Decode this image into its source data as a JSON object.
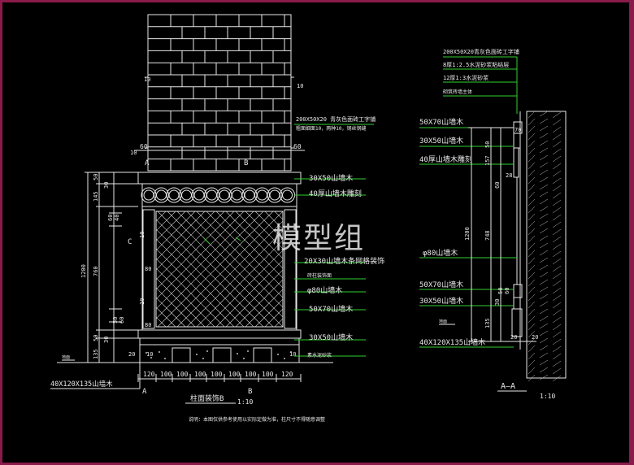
{
  "watermark": "模型组",
  "elevation": {
    "title": "柱面装饰B",
    "scale": "1:10",
    "note": "说明：本图仅供参考使用以实际定做为准，柱尺寸不得随意调整",
    "markers": {
      "A_top": "A",
      "B_top": "B",
      "C_left": "C",
      "A_bottom": "A",
      "B_bottom": "B"
    },
    "dims_top": [
      "60",
      "60",
      "10",
      "10",
      "10"
    ],
    "dims_left": [
      "50",
      "30",
      "145",
      "60",
      "40",
      "760",
      "1200",
      "10",
      "10",
      "50",
      "60",
      "30",
      "50",
      "135",
      "20",
      "80",
      "80"
    ],
    "dims_bottom": [
      "120",
      "100",
      "100",
      "100",
      "100",
      "100",
      "100",
      "100",
      "120",
      "10",
      "10"
    ],
    "ground_label": "地面",
    "callouts": [
      "200X50X20 青灰色面砖工字铺",
      "粗面细面10，两种10，钢丝钢缝",
      "30X50山墙木",
      "40厚山墙木雕刻",
      "20X30山墙木条网格装饰",
      "砖柱装饰面",
      "φ80山墙木",
      "50X70山墙木",
      "30X50山墙木",
      "素水泥砂浆"
    ],
    "bottom_left_label": "40X120X135山墙木"
  },
  "section": {
    "title": "A—A",
    "scale": "1:10",
    "callouts_top": [
      "200X50X20青灰色面砖工字铺",
      "8厚1:2.5水泥砂浆粘结层",
      "12厚1:3水泥砂浆",
      "砌筑砖墙主体"
    ],
    "callouts_left": [
      "50X70山墙木",
      "30X50山墙木",
      "40厚山墙木雕刻",
      "φ80山墙木",
      "50X70山墙木",
      "30X50山墙木",
      "40X120X135山墙木"
    ],
    "dims": [
      "70",
      "50",
      "157",
      "28",
      "60",
      "1200",
      "748",
      "50",
      "60",
      "135",
      "30",
      "20",
      "20"
    ],
    "ground_label": "地面"
  }
}
